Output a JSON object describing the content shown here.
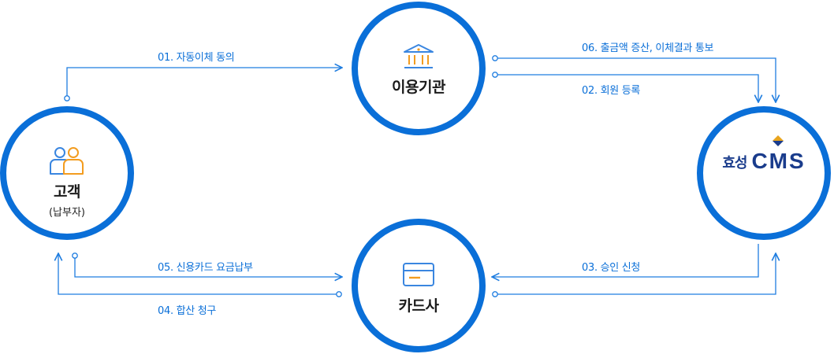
{
  "nodes": {
    "customer": {
      "title": "고객",
      "subtitle": "(납부자)"
    },
    "institution": {
      "title": "이용기관"
    },
    "card_company": {
      "title": "카드사"
    },
    "hyosung_cms": {
      "brand_korean": "효성",
      "brand_latin": "CMS"
    }
  },
  "steps": {
    "s01": "01. 자동이체 동의",
    "s02": "02. 회원 등록",
    "s03": "03. 승인 신청",
    "s04": "04. 합산 청구",
    "s05": "05. 신용카드 요금납부",
    "s06": "06. 출금액 증산, 이체결과 통보"
  },
  "colors": {
    "circle_border": "#0a6fd8",
    "line": "#1f7de0",
    "icon_orange": "#f39c1f",
    "icon_blue": "#3a86e0",
    "brand_navy": "#1a3c8c",
    "brand_gold": "#e8a41e"
  }
}
